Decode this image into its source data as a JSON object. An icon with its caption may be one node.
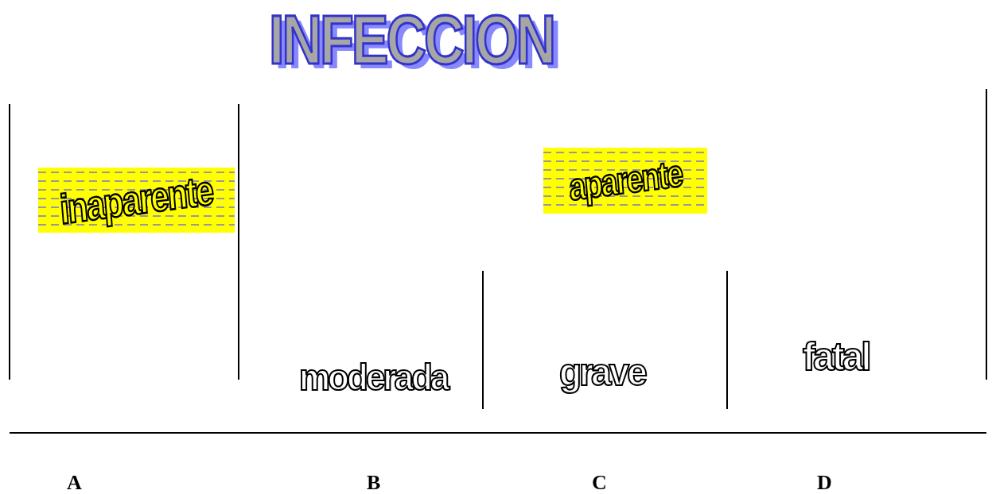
{
  "diagram": {
    "title": "INFECCION",
    "nodes": [
      {
        "text": [
          "inaparente"
        ]
      },
      {
        "text": [
          "aparente"
        ]
      }
    ],
    "edges": [],
    "labels": [
      "moderada",
      "grave",
      "fatal",
      "A",
      "B",
      "C",
      "D"
    ]
  }
}
